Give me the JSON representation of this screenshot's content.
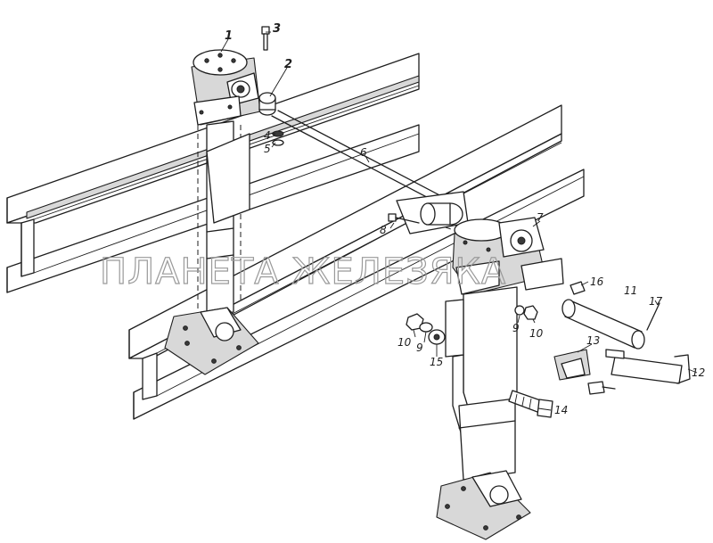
{
  "watermark": "ПЛАНЕТА ЖЕЛЕЗЯКА",
  "callouts": {
    "c1": "1",
    "c2": "2",
    "c3": "3",
    "c4": "4",
    "c5": "5",
    "c6": "6",
    "c7": "7",
    "c8": "8",
    "c9a": "9",
    "c9b": "9",
    "c10a": "10",
    "c10b": "10",
    "c11": "11",
    "c12": "12",
    "c13": "13",
    "c14": "14",
    "c15": "15",
    "c16": "16",
    "c17": "17"
  }
}
